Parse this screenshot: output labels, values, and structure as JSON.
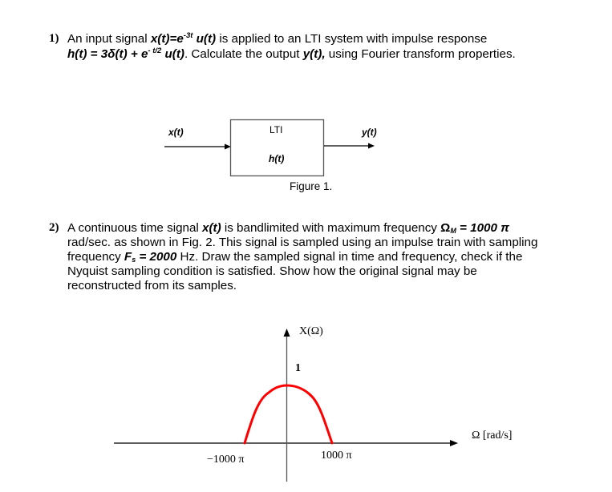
{
  "q1": {
    "number": "1)",
    "line1": {
      "t1": "An input signal ",
      "x_def": "x(t)=e",
      "x_exp": "-3t",
      "x_tail": " u(t)",
      "t2": " is applied to an LTI system with impulse response"
    },
    "line2": {
      "h_def": "h(t) = 3δ(t) + e",
      "h_exp": "- t/2",
      "h_tail": " u(t)",
      "t1": ". Calculate the output ",
      "y": "y(t),",
      "t2": " using Fourier transform properties."
    }
  },
  "figure1": {
    "input_label": "x(t)",
    "block_title": "LTI",
    "block_sub": "h(t)",
    "output_label": "y(t)",
    "caption": "Figure 1."
  },
  "q2": {
    "number": "2)",
    "line1": {
      "t1": "A continuous time signal ",
      "x": "x(t)",
      "t2": " is bandlimited with maximum frequency ",
      "omega": "Ω",
      "omega_sub": "M",
      "omega_val": " = 1000 π"
    },
    "line2": "rad/sec. as shown in Fig. 2. This signal is sampled using an impulse train with sampling",
    "line3": {
      "t1": "frequency ",
      "f": "F",
      "f_sub": "s",
      "f_val": " = 2000",
      "t2": " Hz. Draw the sampled signal in time and frequency, check if the"
    },
    "line4": "Nyquist sampling condition is satisfied. Show how the original signal may be",
    "line5": "reconstructed from its samples."
  },
  "figure2": {
    "y_axis_label": "X(Ω)",
    "peak_label": "1",
    "x_axis_label": "Ω [rad/s]",
    "neg_tick": "−1000 π",
    "pos_tick": "1000 π",
    "curve_color": "#ff0000"
  },
  "chart_data": {
    "type": "line",
    "title": "X(Ω)",
    "xlabel": "Ω [rad/s]",
    "ylabel": "X(Ω)",
    "x_ticks": [
      "−1000 π",
      "1000 π"
    ],
    "y_ticks": [
      "1"
    ],
    "x": [
      "-1000π",
      "-500π",
      "0",
      "500π",
      "1000π"
    ],
    "values": [
      0,
      0.8,
      1,
      0.8,
      0
    ],
    "xlim": [
      "-1000π",
      "1000π"
    ],
    "ylim": [
      0,
      1
    ],
    "grid": false,
    "legend": null
  }
}
